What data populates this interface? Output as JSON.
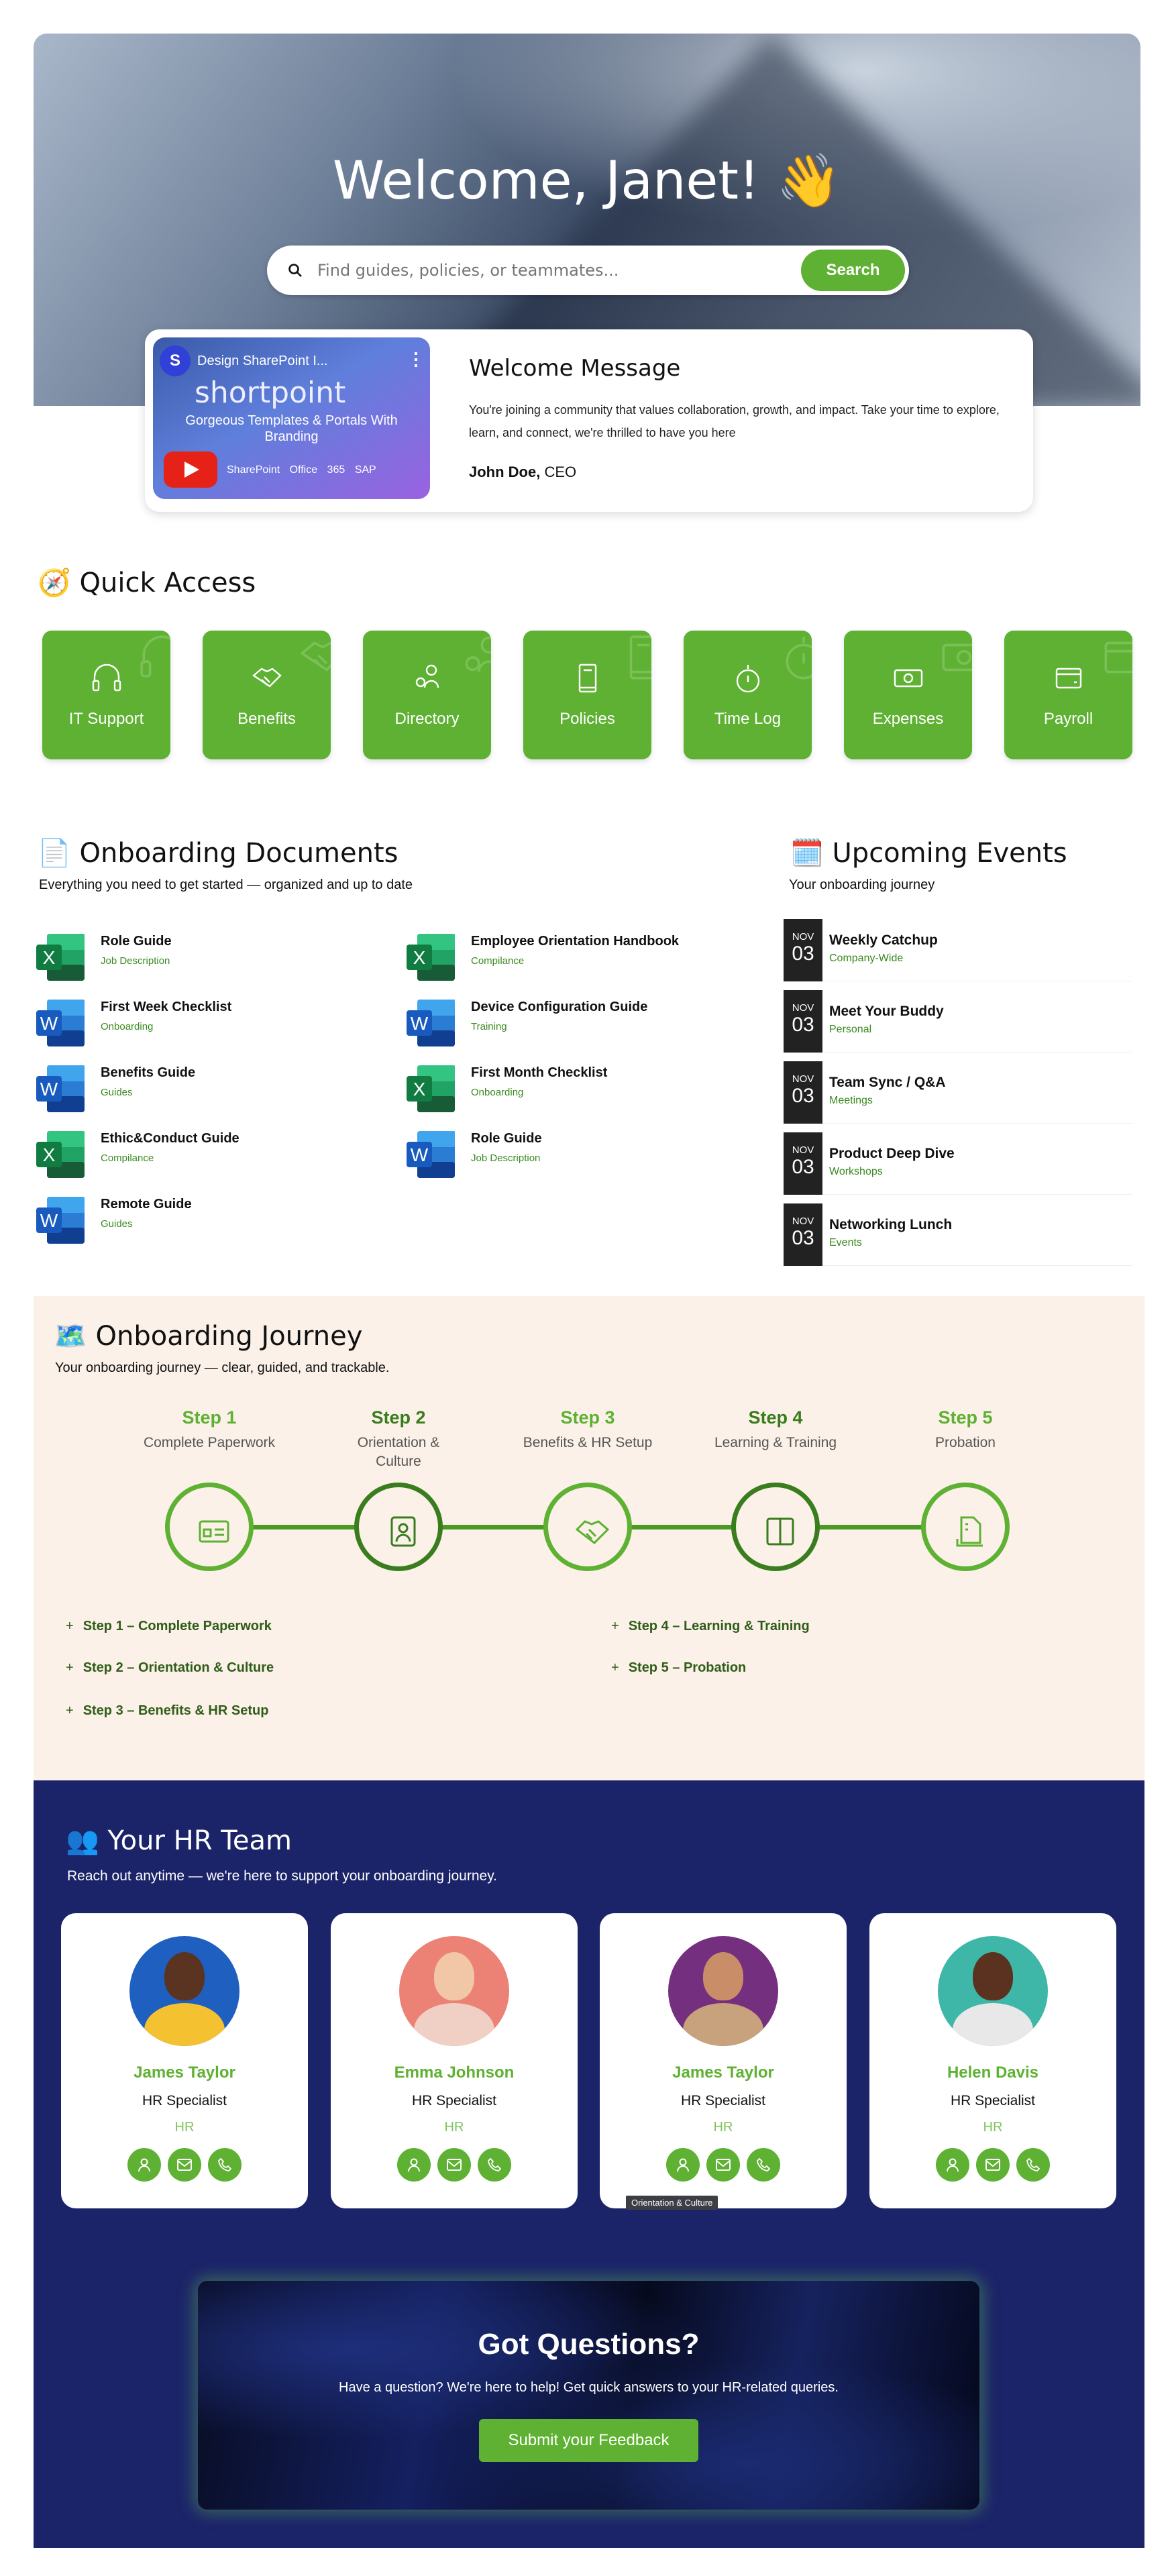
{
  "hero": {
    "title": "Welcome, Janet! 👋",
    "search_placeholder": "Find guides, policies, or teammates...",
    "search_button": "Search"
  },
  "welcome_card": {
    "video_title": "Design SharePoint I...",
    "video_brand": "shortpoint",
    "video_subtitle": "Gorgeous Templates & Portals With Branding",
    "video_logos": "SharePoint Office 365 SAP",
    "heading": "Welcome Message",
    "body": "You're joining a community that values collaboration, growth, and impact. Take your time to explore, learn, and connect, we're thrilled to have you here",
    "signature_name": "John Doe,",
    "signature_role": " CEO"
  },
  "quick_access": {
    "title": "🧭 Quick Access",
    "tiles": [
      {
        "label": "IT Support",
        "icon": "headset-icon"
      },
      {
        "label": "Benefits",
        "icon": "handshake-icon"
      },
      {
        "label": "Directory",
        "icon": "people-icon"
      },
      {
        "label": "Policies",
        "icon": "book-icon"
      },
      {
        "label": "Time Log",
        "icon": "stopwatch-icon"
      },
      {
        "label": "Expenses",
        "icon": "money-icon"
      },
      {
        "label": "Payroll",
        "icon": "card-icon"
      }
    ]
  },
  "documents": {
    "title": "📄 Onboarding Documents",
    "subtitle": "Everything you need to get started — organized and up to date",
    "items": [
      {
        "name": "Role Guide",
        "category": "Job Description",
        "type": "excel"
      },
      {
        "name": "Employee Orientation Handbook",
        "category": "Compilance",
        "type": "excel"
      },
      {
        "name": "First Week Checklist",
        "category": "Onboarding",
        "type": "word"
      },
      {
        "name": "Device Configuration Guide",
        "category": "Training",
        "type": "word"
      },
      {
        "name": "Benefits Guide",
        "category": "Guides",
        "type": "word"
      },
      {
        "name": "First Month Checklist",
        "category": "Onboarding",
        "type": "excel"
      },
      {
        "name": "Ethic&Conduct Guide",
        "category": "Compilance",
        "type": "excel"
      },
      {
        "name": "Role Guide",
        "category": "Job Description",
        "type": "word"
      },
      {
        "name": "Remote Guide",
        "category": "Guides",
        "type": "word"
      }
    ]
  },
  "events": {
    "title": "🗓️ Upcoming Events",
    "subtitle": "Your onboarding journey",
    "items": [
      {
        "month": "NOV",
        "day": "03",
        "name": "Weekly Catchup",
        "category": "Company-Wide"
      },
      {
        "month": "NOV",
        "day": "03",
        "name": "Meet Your Buddy",
        "category": "Personal"
      },
      {
        "month": "NOV",
        "day": "03",
        "name": "Team Sync / Q&A",
        "category": "Meetings"
      },
      {
        "month": "NOV",
        "day": "03",
        "name": "Product Deep Dive",
        "category": "Workshops"
      },
      {
        "month": "NOV",
        "day": "03",
        "name": "Networking Lunch",
        "category": "Events"
      }
    ]
  },
  "journey": {
    "title": "🗺️ Onboarding Journey",
    "subtitle": "Your onboarding journey — clear, guided, and trackable.",
    "steps": [
      {
        "label": "Step 1",
        "desc": "Complete Paperwork",
        "icon": "form-icon"
      },
      {
        "label": "Step 2",
        "desc": "Orientation & Culture",
        "icon": "badge-icon"
      },
      {
        "label": "Step 3",
        "desc": "Benefits & HR Setup",
        "icon": "handshake-icon"
      },
      {
        "label": "Step 4",
        "desc": "Learning & Training",
        "icon": "book-open-icon"
      },
      {
        "label": "Step 5",
        "desc": "Probation",
        "icon": "document-icon"
      }
    ],
    "accordion": [
      "Step 1 – Complete Paperwork",
      "Step 2 – Orientation & Culture",
      "Step 3 – Benefits & HR Setup",
      "Step 4 – Learning & Training",
      "Step 5 – Probation"
    ],
    "accordion_icon": "+"
  },
  "hr_team": {
    "title": "👥 Your HR Team",
    "subtitle": "Reach out anytime — we're here to support your onboarding journey.",
    "members": [
      {
        "name": "James Taylor",
        "role": "HR Specialist",
        "dept": "HR",
        "bg": "#1e5fbf"
      },
      {
        "name": "Emma Johnson",
        "role": "HR Specialist",
        "dept": "HR",
        "bg": "#ec8275"
      },
      {
        "name": "James Taylor",
        "role": "HR Specialist",
        "dept": "HR",
        "bg": "#74307f"
      },
      {
        "name": "Helen Davis",
        "role": "HR Specialist",
        "dept": "HR",
        "bg": "#3fb7a8"
      }
    ],
    "tooltip": "Orientation & Culture"
  },
  "cta": {
    "title": "Got Questions?",
    "body": "Have a question? We're here to help! Get quick answers to your HR-related queries.",
    "button": "Submit your Feedback"
  },
  "colors": {
    "accent": "#5eb132",
    "navy": "#1b2369",
    "journey_bg": "#fbf1e8"
  }
}
